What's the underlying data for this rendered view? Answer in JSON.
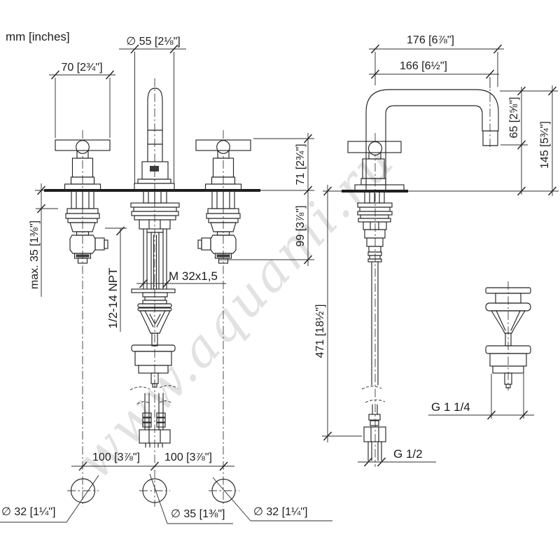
{
  "page": {
    "units_note": "mm [inches]",
    "watermark": "www.aquami.ru"
  },
  "front_view": {
    "dim_handle_width": "70 [2¾\"]",
    "dim_spout_base_dia": "∅ 55 [2⅛\"]",
    "dim_height_above_deck": "71 [2¾\"]",
    "dim_depth_below_deck": "99 [3⅞\"]",
    "dim_max_deck_thickness": "max. 35 [1⅜\"]",
    "thread_spout_shank": "M 32x1,5",
    "thread_valve_inlet": "1/2-14 NPT",
    "dim_hole_spacing_left": "100 [3⅞\"]",
    "dim_hole_spacing_right": "100 [3⅞\"]",
    "hole_dia_left": "∅ 32 [1¼\"]",
    "hole_dia_center": "∅ 35 [1⅜\"]",
    "hole_dia_right": "∅ 32 [1¼\"]"
  },
  "side_view": {
    "dim_spout_reach_overall": "176 [6⅞\"]",
    "dim_spout_reach_to_aerator": "166 [6½\"]",
    "dim_spout_outlet_drop": "65 [2⅝\"]",
    "dim_spout_height": "145 [5¾\"]",
    "dim_supply_hose_length": "471 [18½\"]",
    "thread_drain": "G 1 1/4",
    "thread_supply_hose": "G 1/2"
  }
}
